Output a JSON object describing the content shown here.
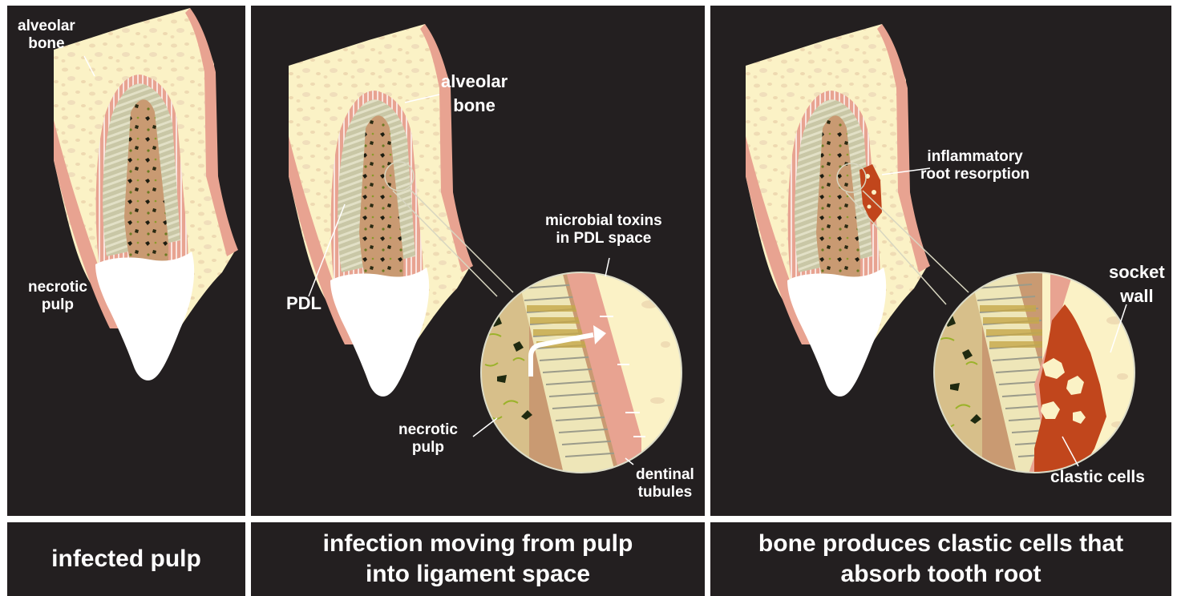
{
  "colors": {
    "background": "#231f20",
    "bone": "#fbf2c6",
    "gingiva": "#e8a391",
    "pdl": "#c9c7a6",
    "pulp": "#c99a72",
    "enamel": "#ffffff",
    "resorption": "#c1461c"
  },
  "panels": [
    {
      "caption": [
        "infected pulp"
      ],
      "labels": {
        "alveolar_bone": [
          "alveolar",
          "bone"
        ],
        "necrotic_pulp": [
          "necrotic",
          "pulp"
        ]
      }
    },
    {
      "caption": [
        "infection moving from pulp",
        "into ligament space"
      ],
      "labels": {
        "alveolar_bone": [
          "alveolar",
          "bone"
        ],
        "pdl": [
          "PDL"
        ],
        "microbial_toxins": [
          "microbial toxins",
          "in PDL space"
        ],
        "necrotic_pulp": [
          "necrotic",
          "pulp"
        ],
        "dentinal_tubules": [
          "dentinal",
          "tubules"
        ]
      }
    },
    {
      "caption": [
        "bone produces clastic cells that",
        "absorb tooth root"
      ],
      "labels": {
        "inflammatory_root_resorption": [
          "inflammatory",
          "root resorption"
        ],
        "socket_wall": [
          "socket",
          "wall"
        ],
        "clastic_cells": [
          "clastic cells"
        ]
      }
    }
  ]
}
